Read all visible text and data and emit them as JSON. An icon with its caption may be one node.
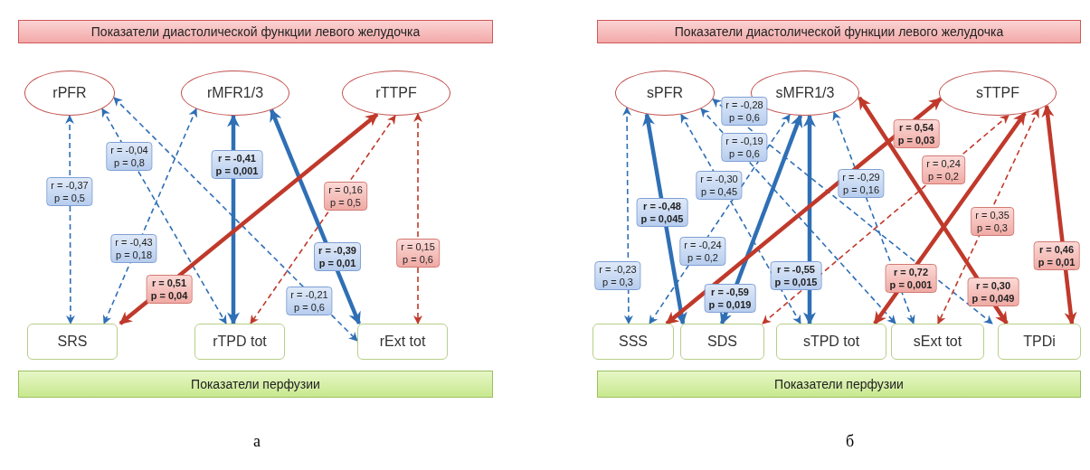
{
  "diagram": {
    "nodes": [
      {
        "text": [
          "Показатели диастолической функции левого желудочка"
        ]
      },
      {
        "text": [
          "rPFR"
        ]
      },
      {
        "text": [
          "rMFR1/3"
        ]
      },
      {
        "text": [
          "rTTPF"
        ]
      },
      {
        "text": [
          "SRS"
        ]
      },
      {
        "text": [
          "rTPD tot"
        ]
      },
      {
        "text": [
          "rExt tot"
        ]
      },
      {
        "text": [
          "Показатели перфузии"
        ]
      },
      {
        "text": [
          "Показатели диастолической функции левого желудочка"
        ]
      },
      {
        "text": [
          "sPFR"
        ]
      },
      {
        "text": [
          "sMFR1/3"
        ]
      },
      {
        "text": [
          "sTTPF"
        ]
      },
      {
        "text": [
          "SSS"
        ]
      },
      {
        "text": [
          "SDS"
        ]
      },
      {
        "text": [
          "sTPD tot"
        ]
      },
      {
        "text": [
          "sExt tot"
        ]
      },
      {
        "text": [
          "TPDi"
        ]
      },
      {
        "text": [
          "Показатели перфузии"
        ]
      }
    ],
    "edges": [
      {
        "from": 1,
        "to": 4,
        "arrow": "both",
        "label": "r = -0,37 p = 0,5",
        "style": "dashed"
      },
      {
        "from": 1,
        "to": 5,
        "arrow": "both",
        "label": "r = -0,04 p = 0,8",
        "style": "dashed"
      },
      {
        "from": 1,
        "to": 6,
        "arrow": "both",
        "label": "r = -0,21 p = 0,6",
        "style": "dashed"
      },
      {
        "from": 2,
        "to": 4,
        "arrow": "both",
        "label": "r = -0,43 p = 0,18",
        "style": "dashed"
      },
      {
        "from": 2,
        "to": 5,
        "arrow": "both",
        "label": "r = -0,41 p = 0,001",
        "style": "thick"
      },
      {
        "from": 2,
        "to": 6,
        "arrow": "both",
        "label": "r = -0,39 p = 0,01",
        "style": "thick"
      },
      {
        "from": 3,
        "to": 4,
        "arrow": "both",
        "label": "r = 0,51 p = 0,04",
        "style": "thick",
        "color": "#c0392b"
      },
      {
        "from": 3,
        "to": 5,
        "arrow": "both",
        "label": "r = 0,16 p = 0,5",
        "style": "dashed",
        "color": "#c0392b"
      },
      {
        "from": 3,
        "to": 6,
        "arrow": "both",
        "label": "r = 0,15 p = 0,6",
        "style": "dashed",
        "color": "#c0392b"
      },
      {
        "from": 9,
        "to": 12,
        "arrow": "both",
        "label": "r = -0,23 p = 0,3",
        "style": "dashed"
      },
      {
        "from": 9,
        "to": 13,
        "arrow": "both",
        "label": "r = -0,48 p = 0,045",
        "style": "thick"
      },
      {
        "from": 9,
        "to": 14,
        "arrow": "both",
        "label": "r = -0,30 p = 0,45",
        "style": "dashed"
      },
      {
        "from": 9,
        "to": 15,
        "arrow": "both",
        "label": "r = -0,19 p = 0,6",
        "style": "dashed"
      },
      {
        "from": 9,
        "to": 16,
        "arrow": "both",
        "label": "r = -0,28 p = 0,6",
        "style": "dashed"
      },
      {
        "from": 10,
        "to": 12,
        "arrow": "both",
        "label": "r = -0,24 p = 0,2",
        "style": "dashed"
      },
      {
        "from": 10,
        "to": 13,
        "arrow": "both",
        "label": "r = -0,59 p = 0,019",
        "style": "thick"
      },
      {
        "from": 10,
        "to": 14,
        "arrow": "both",
        "label": "r = -0,55 p = 0,015",
        "style": "thick"
      },
      {
        "from": 10,
        "to": 15,
        "arrow": "both",
        "label": "r = -0,29 p = 0,16",
        "style": "dashed"
      },
      {
        "from": 10,
        "to": 16,
        "arrow": "both",
        "label": "r = 0,30 p = 0,049",
        "style": "thick",
        "color": "#c0392b"
      },
      {
        "from": 11,
        "to": 12,
        "arrow": "both",
        "label": "r = 0,54 p = 0,03",
        "style": "thick",
        "color": "#c0392b"
      },
      {
        "from": 11,
        "to": 13,
        "arrow": "both",
        "label": "r = 0,24 p = 0,2",
        "style": "dashed",
        "color": "#c0392b"
      },
      {
        "from": 11,
        "to": 14,
        "arrow": "both",
        "label": "r = 0,72 p = 0,001",
        "style": "thick",
        "color": "#c0392b"
      },
      {
        "from": 11,
        "to": 15,
        "arrow": "both",
        "label": "r = 0,35 p = 0,3",
        "style": "dashed",
        "color": "#c0392b"
      },
      {
        "from": 11,
        "to": 16,
        "arrow": "both",
        "label": "r = 0,46 p = 0,01",
        "style": "thick",
        "color": "#c0392b"
      }
    ],
    "labels": [
      "а",
      "б"
    ]
  }
}
